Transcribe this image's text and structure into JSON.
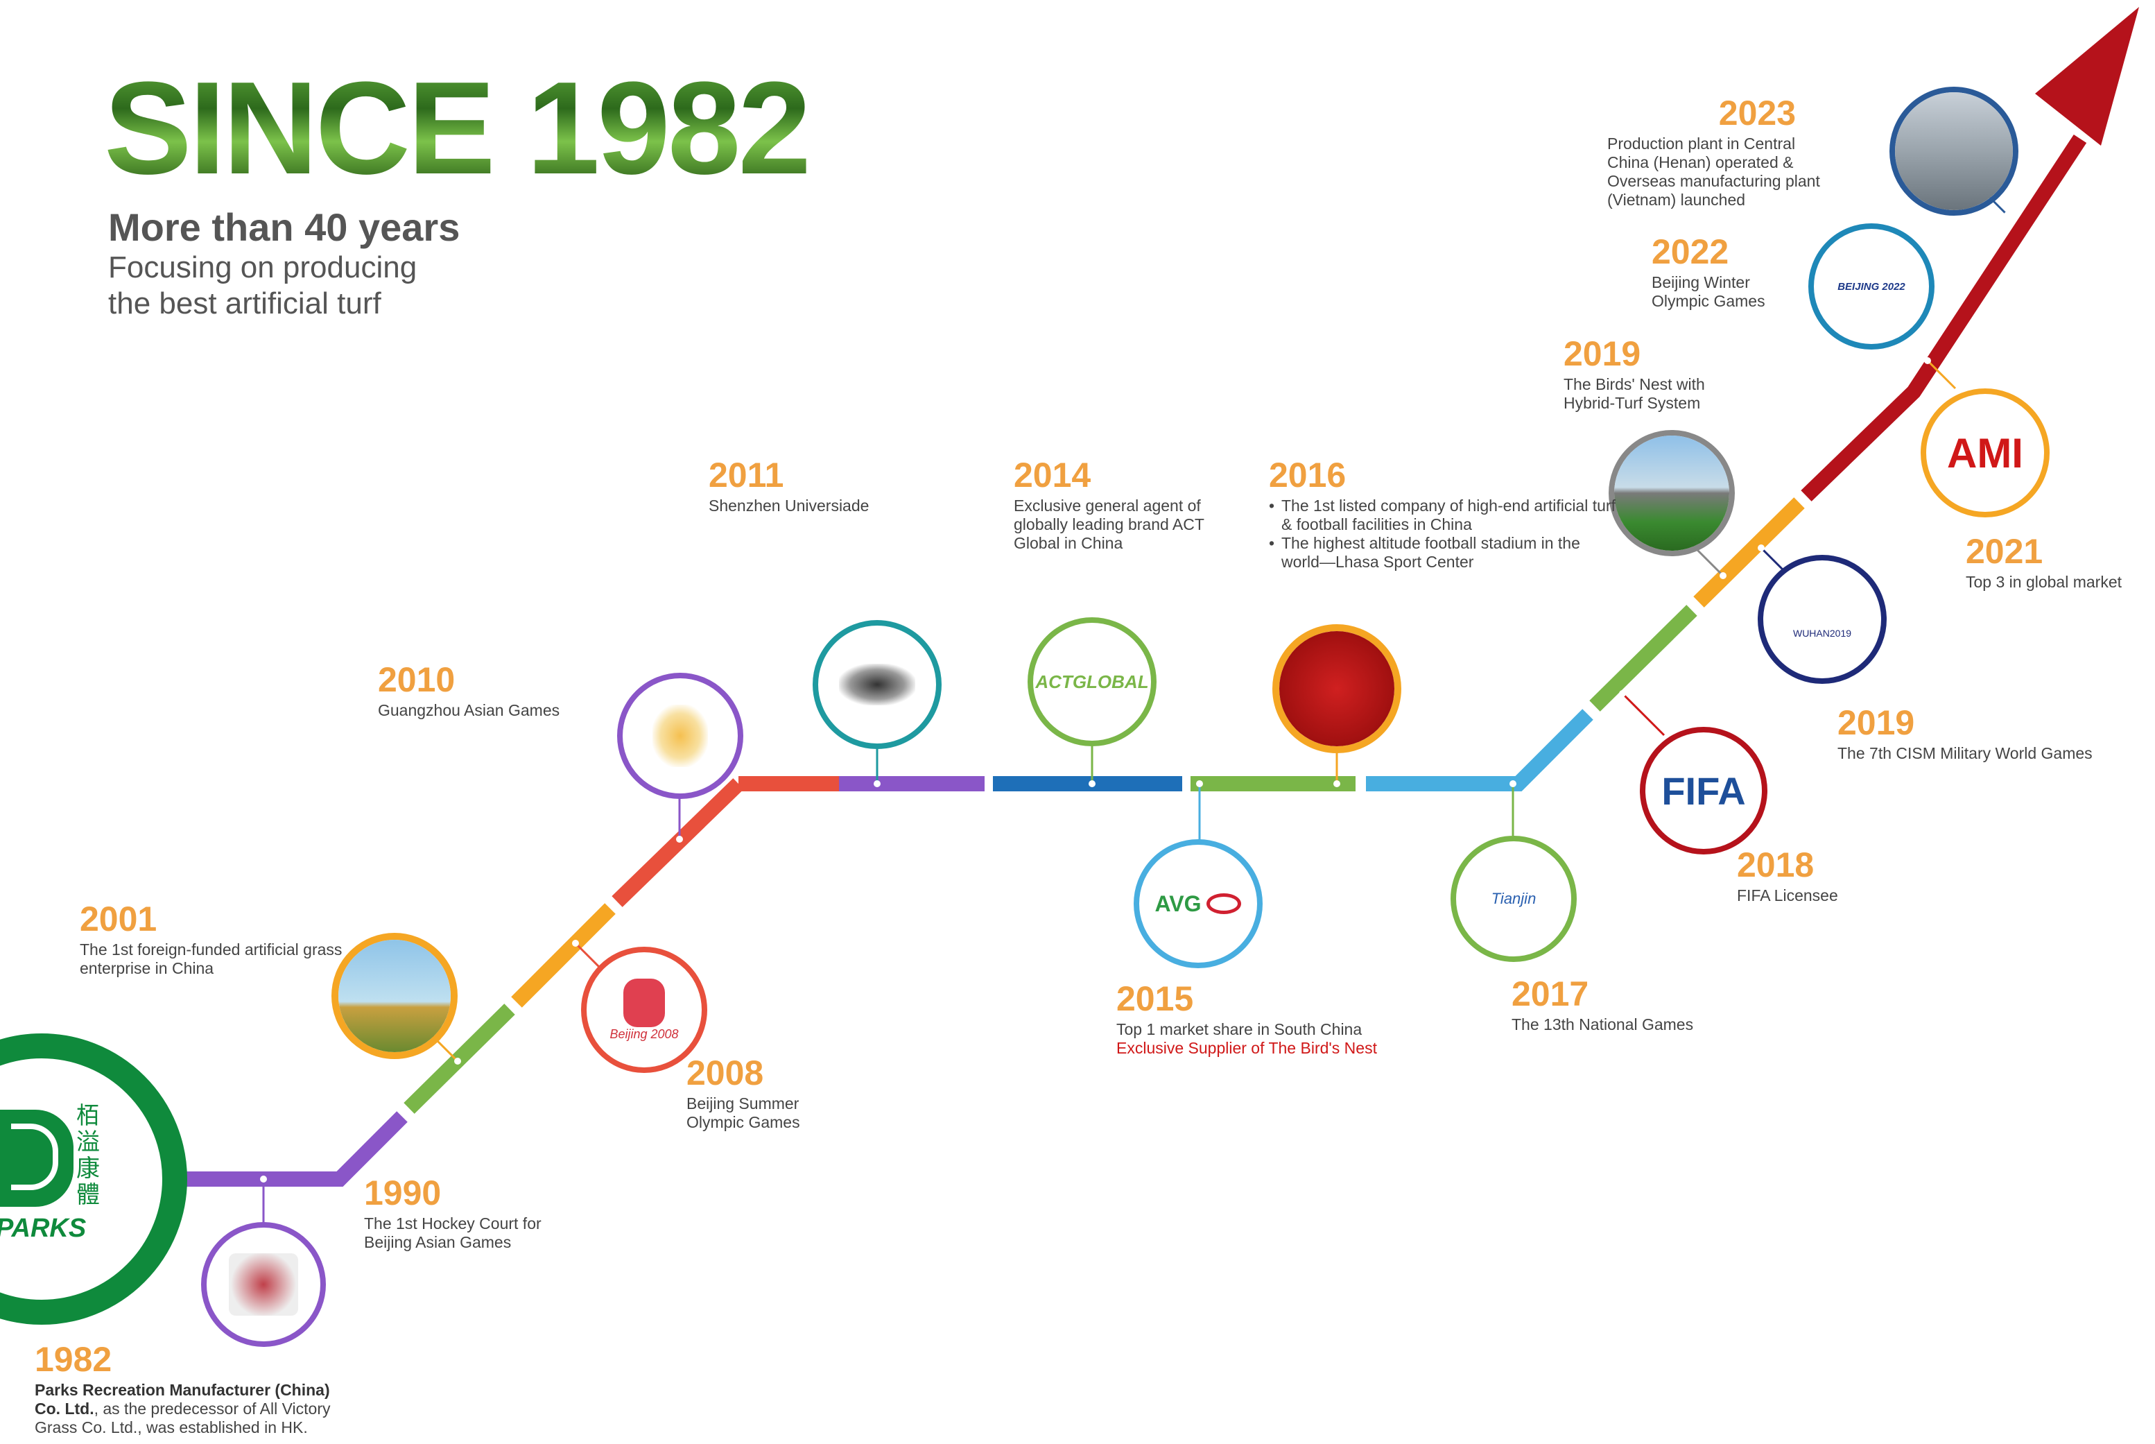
{
  "header": {
    "title": "SINCE 1982",
    "subtitle": "More than 40 years",
    "tagline_1": "Focusing on producing",
    "tagline_2": "the best artificial turf"
  },
  "logo": {
    "chinese_1": "栢",
    "chinese_2": "溢",
    "chinese_3": "康",
    "chinese_4": "體",
    "brand": "PARKS"
  },
  "events": [
    {
      "year": "1982",
      "bold": "Parks Recreation Manufacturer (China) Co. Ltd.",
      "text": ", as the predecessor of All Victory Grass Co. Ltd., was established in HK."
    },
    {
      "year": "1990",
      "text": "The 1st Hockey Court for Beijing Asian Games"
    },
    {
      "year": "2001",
      "text": "The 1st foreign-funded artificial grass enterprise in China"
    },
    {
      "year": "2008",
      "text": "Beijing Summer Olympic Games"
    },
    {
      "year": "2010",
      "text": "Guangzhou Asian Games"
    },
    {
      "year": "2011",
      "text": "Shenzhen Universiade"
    },
    {
      "year": "2014",
      "text": "Exclusive general agent of globally leading brand ACT Global in China"
    },
    {
      "year": "2015",
      "text": "Top 1 market share in South China",
      "highlight": "Exclusive Supplier of The Bird's Nest"
    },
    {
      "year": "2016",
      "bullet_1": "The 1st listed company of high-end artificial turf & football facilities in China",
      "bullet_2": "The highest altitude football stadium in the world—Lhasa Sport Center"
    },
    {
      "year": "2017",
      "text": "The 13th National Games"
    },
    {
      "year": "2018",
      "text": "FIFA Licensee"
    },
    {
      "year": "2019",
      "text": "The Birds' Nest with Hybrid-Turf System"
    },
    {
      "year": "2019",
      "text": "The 7th CISM Military World Games"
    },
    {
      "year": "2021",
      "text": "Top 3 in global market"
    },
    {
      "year": "2022",
      "text": "Beijing Winter Olympic Games"
    },
    {
      "year": "2023",
      "text": "Production plant in Central China (Henan) operated & Overseas manufacturing plant (Vietnam) launched"
    }
  ],
  "badges": {
    "act_global": "ACTGLOBAL",
    "avg": "AVG",
    "fifa": "FIFA",
    "ami": "AMI",
    "wuhan": "WUHAN2019",
    "beijing2022": "BEIJING 2022",
    "tianjin": "Tianjin",
    "beijing_olympics": "Beijing 2008"
  },
  "colors": {
    "orange_year": "#f0a040",
    "purple": "#8a56c8",
    "red": "#e8503c",
    "blue": "#1e6fb8",
    "green": "#7ab648",
    "light_blue": "#48aee0",
    "crimson_arrow": "#b5121b",
    "parks_green": "#0f8a3c"
  }
}
